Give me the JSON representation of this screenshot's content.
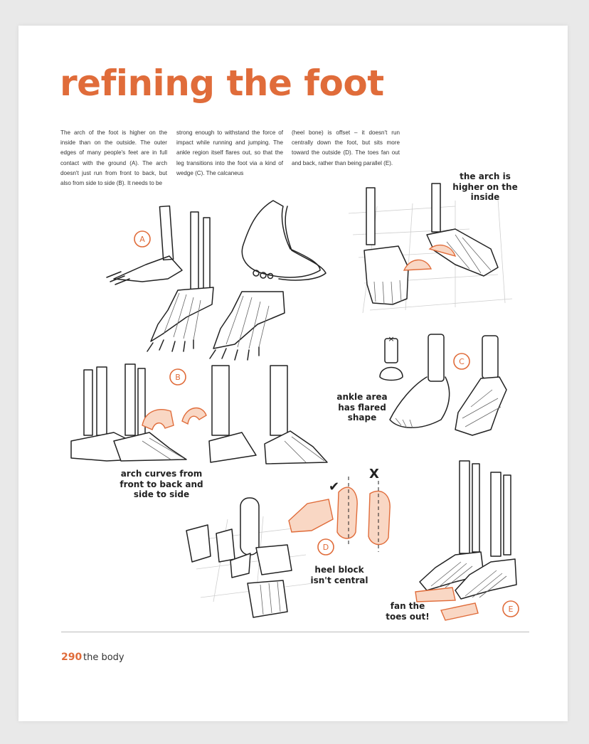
{
  "page": {
    "title": "refining the foot",
    "body_columns": [
      "The arch of the foot is higher on the inside than on the outside. The outer edges of many people's feet are in full contact with the ground (A). The arch doesn't just run from front to back, but also from side to side (B). It needs to be",
      "strong enough to withstand the force of impact while running and jumping. The ankle region itself flares out, so that the leg transitions into the foot via a kind of wedge (C). The calcaneus",
      "(heel bone) is offset – it doesn't run centrally down the foot, but sits more toward the outside (D). The toes fan out and back, rather than being parallel (E)."
    ],
    "callouts": {
      "arch_higher": "the arch is higher on the inside",
      "ankle_flared": "ankle area has flared shape",
      "arch_curves": "arch curves from front to back and side to side",
      "heel_block": "heel block isn't central",
      "fan_toes": "fan the toes out!"
    },
    "markers": {
      "a": "A",
      "b": "B",
      "c": "C",
      "d": "D",
      "e": "E",
      "check": "✔",
      "cross": "X"
    },
    "footer": {
      "page_number": "290",
      "section": "the body"
    }
  },
  "colors": {
    "accent": "#e06c3a",
    "ink": "#222222",
    "paper": "#ffffff"
  }
}
